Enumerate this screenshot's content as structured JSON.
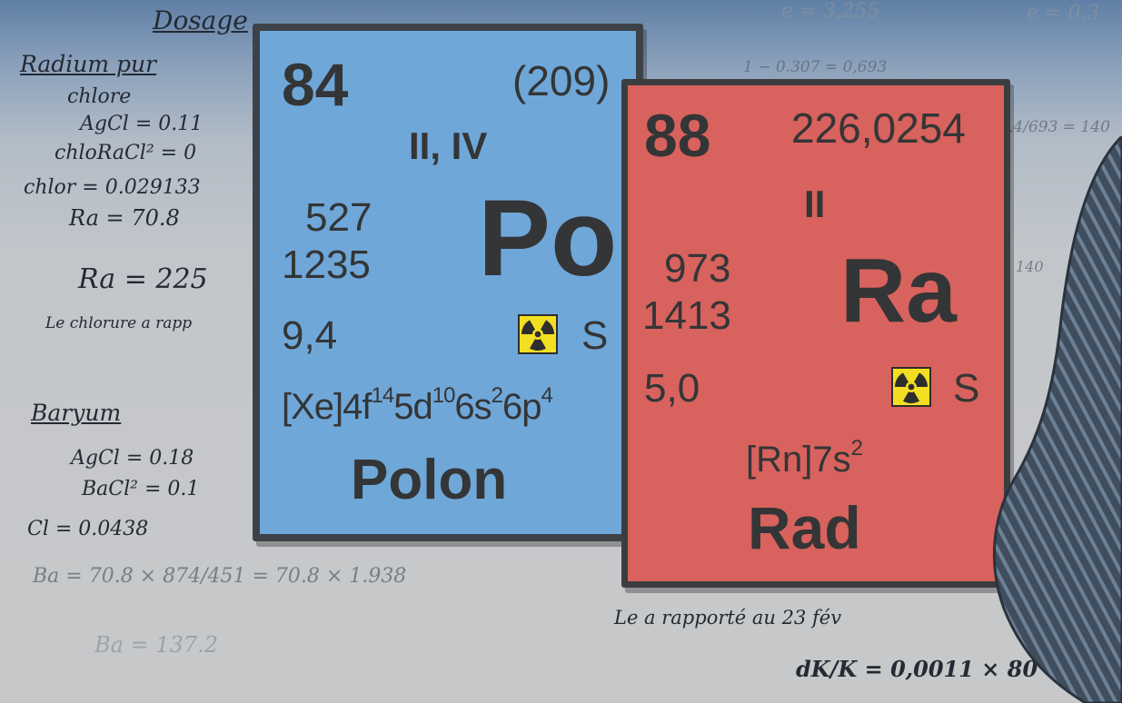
{
  "notes": {
    "dosage": "Dosage",
    "radium_pur": "Radium pur",
    "chlore": "chlore",
    "agcl1": "AgCl = 0.11",
    "chloracl": "chloRaCl² = 0",
    "chlor_val": "chlor = 0.029133",
    "ra1": "Ra = 70.8",
    "ra2": "Ra = 225",
    "le_chlorure": "Le chlorure a rapp",
    "baryum": "Baryum",
    "agcl2": "AgCl = 0.18",
    "bacl": "BaCl² = 0.1",
    "cl": "Cl = 0.0438",
    "ba_formula": "Ba = 70.8 × 874/451 = 70.8 × 1.938",
    "ba_result": "Ba = 137.2",
    "top_right1": "e = 3,255",
    "top_right2": "e = 0,3",
    "ln_line": "1 − 0.307 = 0,693",
    "fraction_right": ",4/693 = 140",
    "val_140": "140",
    "rapporte": "Le a rapporté au 23 fév",
    "dk_formula": "dK/K = 0,0011 × 80 ="
  },
  "polonium": {
    "atomic_number": "84",
    "mass": "(209)",
    "valence": "II, IV",
    "melting": "527",
    "boiling": "1235",
    "symbol": "Po",
    "density": "9,4",
    "state": "S",
    "config_base": "[Xe]4f",
    "config_e1": "14",
    "config_mid1": "5d",
    "config_e2": "10",
    "config_mid2": "6s",
    "config_e3": "2",
    "config_mid3": "6p",
    "config_e4": "4",
    "name": "Polon"
  },
  "radium": {
    "atomic_number": "88",
    "mass": "226,0254",
    "valence": "II",
    "melting": "973",
    "boiling": "1413",
    "symbol": "Ra",
    "density": "5,0",
    "state": "S",
    "config_base": "[Rn]7s",
    "config_e1": "2",
    "name": "Rad"
  },
  "colors": {
    "polonium_card": "#6fa7d9",
    "radium_card": "#d8625d",
    "radiation_badge": "#f3df22",
    "card_border": "#3d4248"
  },
  "icons": [
    "radiation-icon"
  ]
}
